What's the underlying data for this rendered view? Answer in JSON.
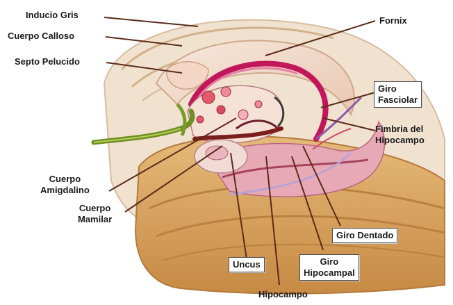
{
  "labels": {
    "inducio_gris": "Inducio Gris",
    "cuerpo_calloso": "Cuerpo Calloso",
    "septo_pelucido": "Septo Pelucido",
    "fornix": "Fornix",
    "giro_fasciolar": {
      "line1": "Giro",
      "line2": "Fasciolar"
    },
    "fimbria": {
      "line1": "Fimbria del",
      "line2": "Hipocampo"
    },
    "cuerpo_amigdalino": {
      "line1": "Cuerpo",
      "line2": "Amigdalino"
    },
    "cuerpo_mamilar": {
      "line1": "Cuerpo",
      "line2": "Mamilar"
    },
    "giro_dentado": "Giro Dentado",
    "uncus": "Uncus",
    "giro_hipocampal": {
      "line1": "Giro",
      "line2": "Hipocampal"
    },
    "hipocampo": "Hipocampo"
  },
  "colors": {
    "cortex": "#e8c48a",
    "cortex_dark": "#c9954e",
    "callosum": "#f3dcc9",
    "fornix": "#c2185b",
    "hippocampus": "#d98aa0",
    "olfactory": "#7a9a2a",
    "pointer_line": "#5a2a1a"
  }
}
